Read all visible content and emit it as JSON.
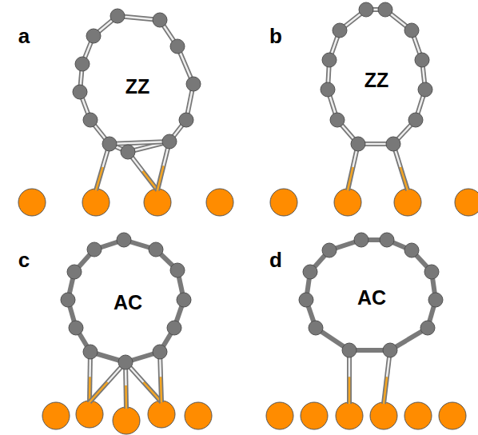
{
  "diagram": {
    "labels": [
      "a",
      "ZZ",
      "b",
      "ZZ",
      "c",
      "AC",
      "d",
      "AC"
    ]
  }
}
